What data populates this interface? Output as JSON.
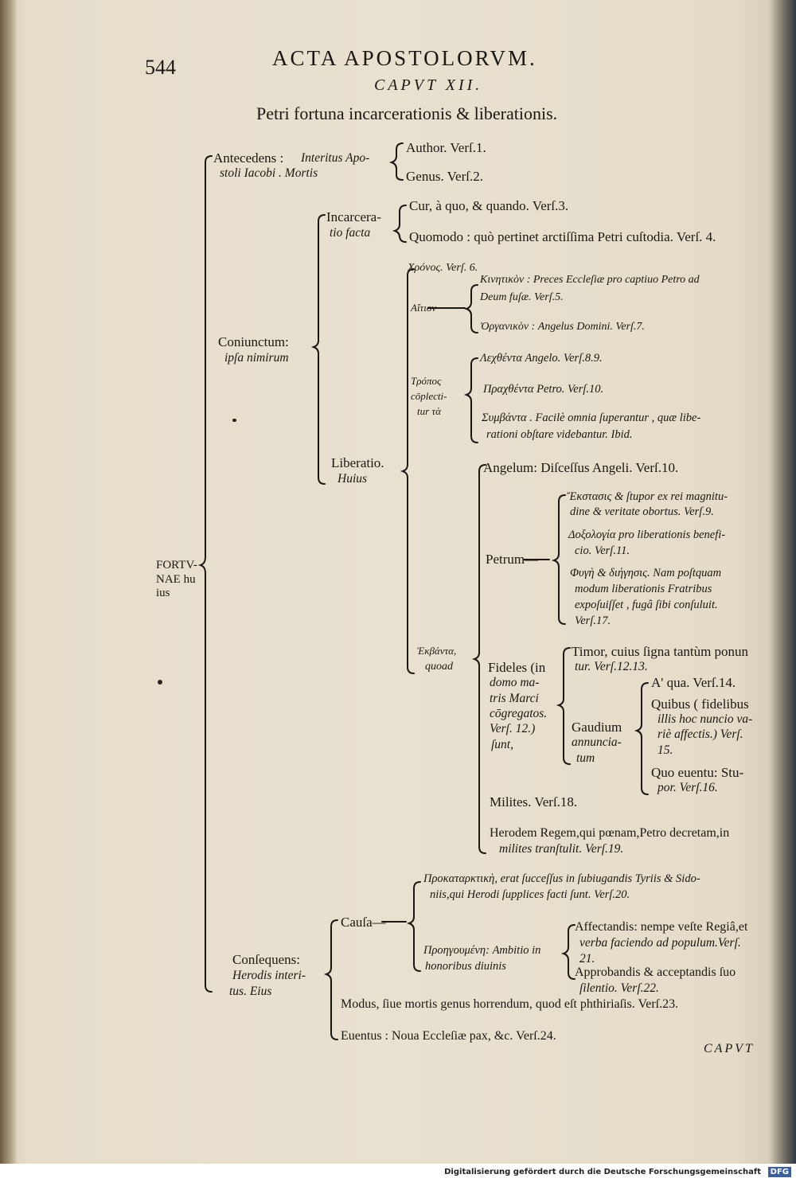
{
  "header": {
    "page_number": "544",
    "running_title": "ACTA APOSTOLORVM.",
    "chapter": "CAPVT XII.",
    "title": "Petri fortuna incarcerationis & liberationis."
  },
  "tree": {
    "root": {
      "a": "FORTV-",
      "b": "NAE hu",
      "c": "ius"
    },
    "antecedens": {
      "label": "Antecedens :",
      "desc_a": "Interitus Apo-",
      "desc_b": "stoli Iacobi . Mortis",
      "author": "Author. Verſ.1.",
      "genus": "Genus. Verſ.2."
    },
    "coniunctum": {
      "label": "Coniunctum:",
      "desc": "ipſa nimirum",
      "incarceratio": {
        "a": "Incarcera-",
        "b": "tio facta",
        "cur": "Cur, à quo, & quando. Verſ.3.",
        "quomodo": "Quomodo : quò pertinet arctiſſima Petri cuſtodia. Verſ. 4."
      },
      "liberatio": {
        "a": "Liberatio.",
        "b": "Huius",
        "chronos": "Χρόνος. Verſ. 6.",
        "aition": "Αἴτιον",
        "kinetikon_a": "Κινητικὸν : Preces Eccleſiæ pro captiuo Petro ad",
        "kinetikon_b": "Deum fuſæ. Verſ.5.",
        "organikon": "Ὀργανικὸν : Angelus Domini. Verſ.7.",
        "tropos_a": "Τρόπος",
        "tropos_b": "cōplecti-",
        "tropos_c": "tur τὰ",
        "lechthenta": "Λεχθέντα Angelo. Verſ.8.9.",
        "prachthenta": "Πραχθέντα Petro. Verſ.10.",
        "symbanta_a": "Συμβάντα . Facilè omnia ſuperantur , quæ libe-",
        "symbanta_b": "rationi obſtare videbantur. Ibid.",
        "ekbanta_a": "Ἐκβάντα,",
        "ekbanta_b": "quoad",
        "angelum": "Angelum: Diſceſſus Angeli. Verſ.10.",
        "petrum": "Petrum—",
        "ekstasis_a": "Ἔκστασις & ſtupor ex rei magnitu-",
        "ekstasis_b": "dine & veritate obortus. Verſ.9.",
        "doxologia_a": "Δοξολογία pro liberationis benefi-",
        "doxologia_b": "cio. Verſ.11.",
        "fuge_a": "Φυγὴ & διήγησις. Nam poſtquam",
        "fuge_b": "modum liberationis Fratribus",
        "fuge_c": "expoſuiſſet , fugâ ſibi conſuluit.",
        "fuge_d": "Verſ.17.",
        "fideles_a": "Fideles (in",
        "fideles_b": "domo ma-",
        "fideles_c": "tris Marci",
        "fideles_d": "cōgregatos.",
        "fideles_e": "Verſ. 12.)",
        "fideles_f": "ſunt,",
        "timor_a": "Timor, cuius ſigna tantùm ponun",
        "timor_b": "tur. Verſ.12.13.",
        "gaudium_a": "Gaudium",
        "gaudium_b": "annuncia-",
        "gaudium_c": "tum",
        "aqua": "A' qua. Verſ.14.",
        "quibus_a": "Quibus ( fidelibus",
        "quibus_b": "illis hoc nuncio va-",
        "quibus_c": "riè affectis.) Verſ.",
        "quibus_d": "15.",
        "quo_a": "Quo euentu: Stu-",
        "quo_b": "por. Verſ.16.",
        "milites": "Milites. Verſ.18.",
        "herodem_a": "Herodem Regem,qui pœnam,Petro decretam,in",
        "herodem_b": "milites tranſtulit. Verſ.19."
      }
    },
    "consequens": {
      "label": "Conſequens:",
      "desc_a": "Herodis interi-",
      "desc_b": "tus. Eius",
      "causa": "Cauſa—",
      "prokat_a": "Προκαταρκτικὴ, erat ſucceſſus in ſubiugandis Tyriis & Sido-",
      "prokat_b": "niis,qui Herodi ſupplices facti ſunt. Verſ.20.",
      "proegou_a": "Προηγουμένη: Ambitio in",
      "proegou_b": "honoribus diuinis",
      "affect_a": "Affectandis: nempe veſte Regiâ,et",
      "affect_b": "verba faciendo ad populum.Verſ.",
      "affect_c": "21.",
      "approb_a": "Approbandis & acceptandis ſuo",
      "approb_b": "ſilentio. Verſ.22.",
      "modus": "Modus, ſiue mortis genus horrendum, quod eſt phthiriaſis. Verſ.23.",
      "euentus": "Euentus : Noua Eccleſiæ pax, &c. Verſ.24."
    }
  },
  "catchword": "CAPVT",
  "footer": {
    "credit": "Digitalisierung gefördert durch die Deutsche Forschungsgemeinschaft",
    "logo": "DFG"
  }
}
